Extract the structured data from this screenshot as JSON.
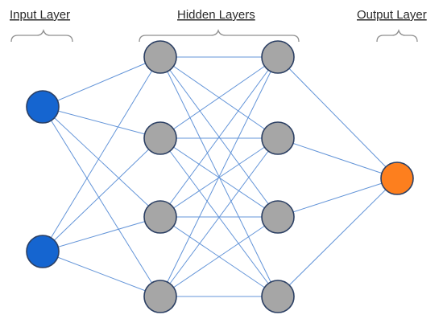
{
  "labels": {
    "input": "Input Layer",
    "hidden": "Hidden Layers",
    "output": "Output Layer"
  },
  "colors": {
    "input_node": "#1565d0",
    "hidden_node": "#a6a6a6",
    "output_node": "#fd7f1e",
    "edge": "#5b8fd6",
    "node_outline": "#2b3f63"
  },
  "network": {
    "layers": [
      {
        "role": "input",
        "node_count": 2
      },
      {
        "role": "hidden",
        "node_count": 4
      },
      {
        "role": "hidden",
        "node_count": 4
      },
      {
        "role": "output",
        "node_count": 1
      }
    ],
    "fully_connected": true
  }
}
